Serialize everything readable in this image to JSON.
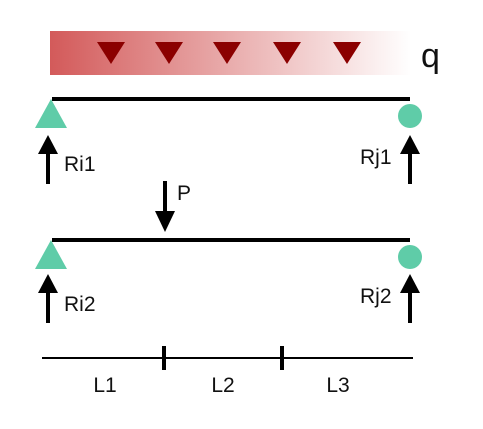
{
  "loads": {
    "distributed_label": "q",
    "point_label": "P"
  },
  "reactions": {
    "case1_left": "Ri1",
    "case1_right": "Rj1",
    "case2_left": "Ri2",
    "case2_right": "Rj2"
  },
  "dimensions": {
    "segments": [
      "L1",
      "L2",
      "L3"
    ]
  },
  "colors": {
    "load_gradient_start": "#d35a5a",
    "load_gradient_end": "#ffffff",
    "load_arrow": "#8b0000",
    "support": "#5fcca8",
    "beam": "#000000",
    "arrow": "#000000"
  },
  "icons": {
    "pin_support": "triangle",
    "roller_support": "circle",
    "distributed_load_arrow": "down-triangle"
  }
}
